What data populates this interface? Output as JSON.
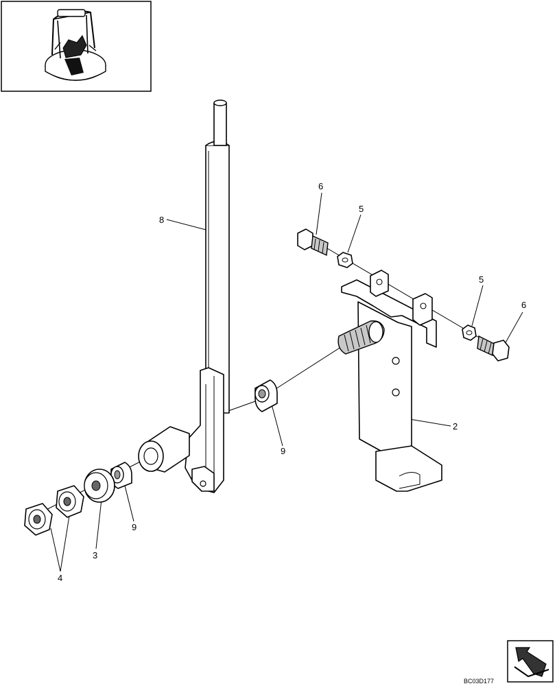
{
  "figure": {
    "reference_code": "BC03D177",
    "callouts": {
      "lever": "8",
      "bracket": "2",
      "bolt_upper_left": "6",
      "nut_upper_left": "5",
      "nut_right": "5",
      "bolt_right": "6",
      "bushing_middle": "9",
      "bushing_lower": "9",
      "washer": "3",
      "nuts": "4"
    },
    "icons": {
      "locator": "machine-cab-locator-icon",
      "orientation": "view-direction-arrow-icon"
    }
  }
}
